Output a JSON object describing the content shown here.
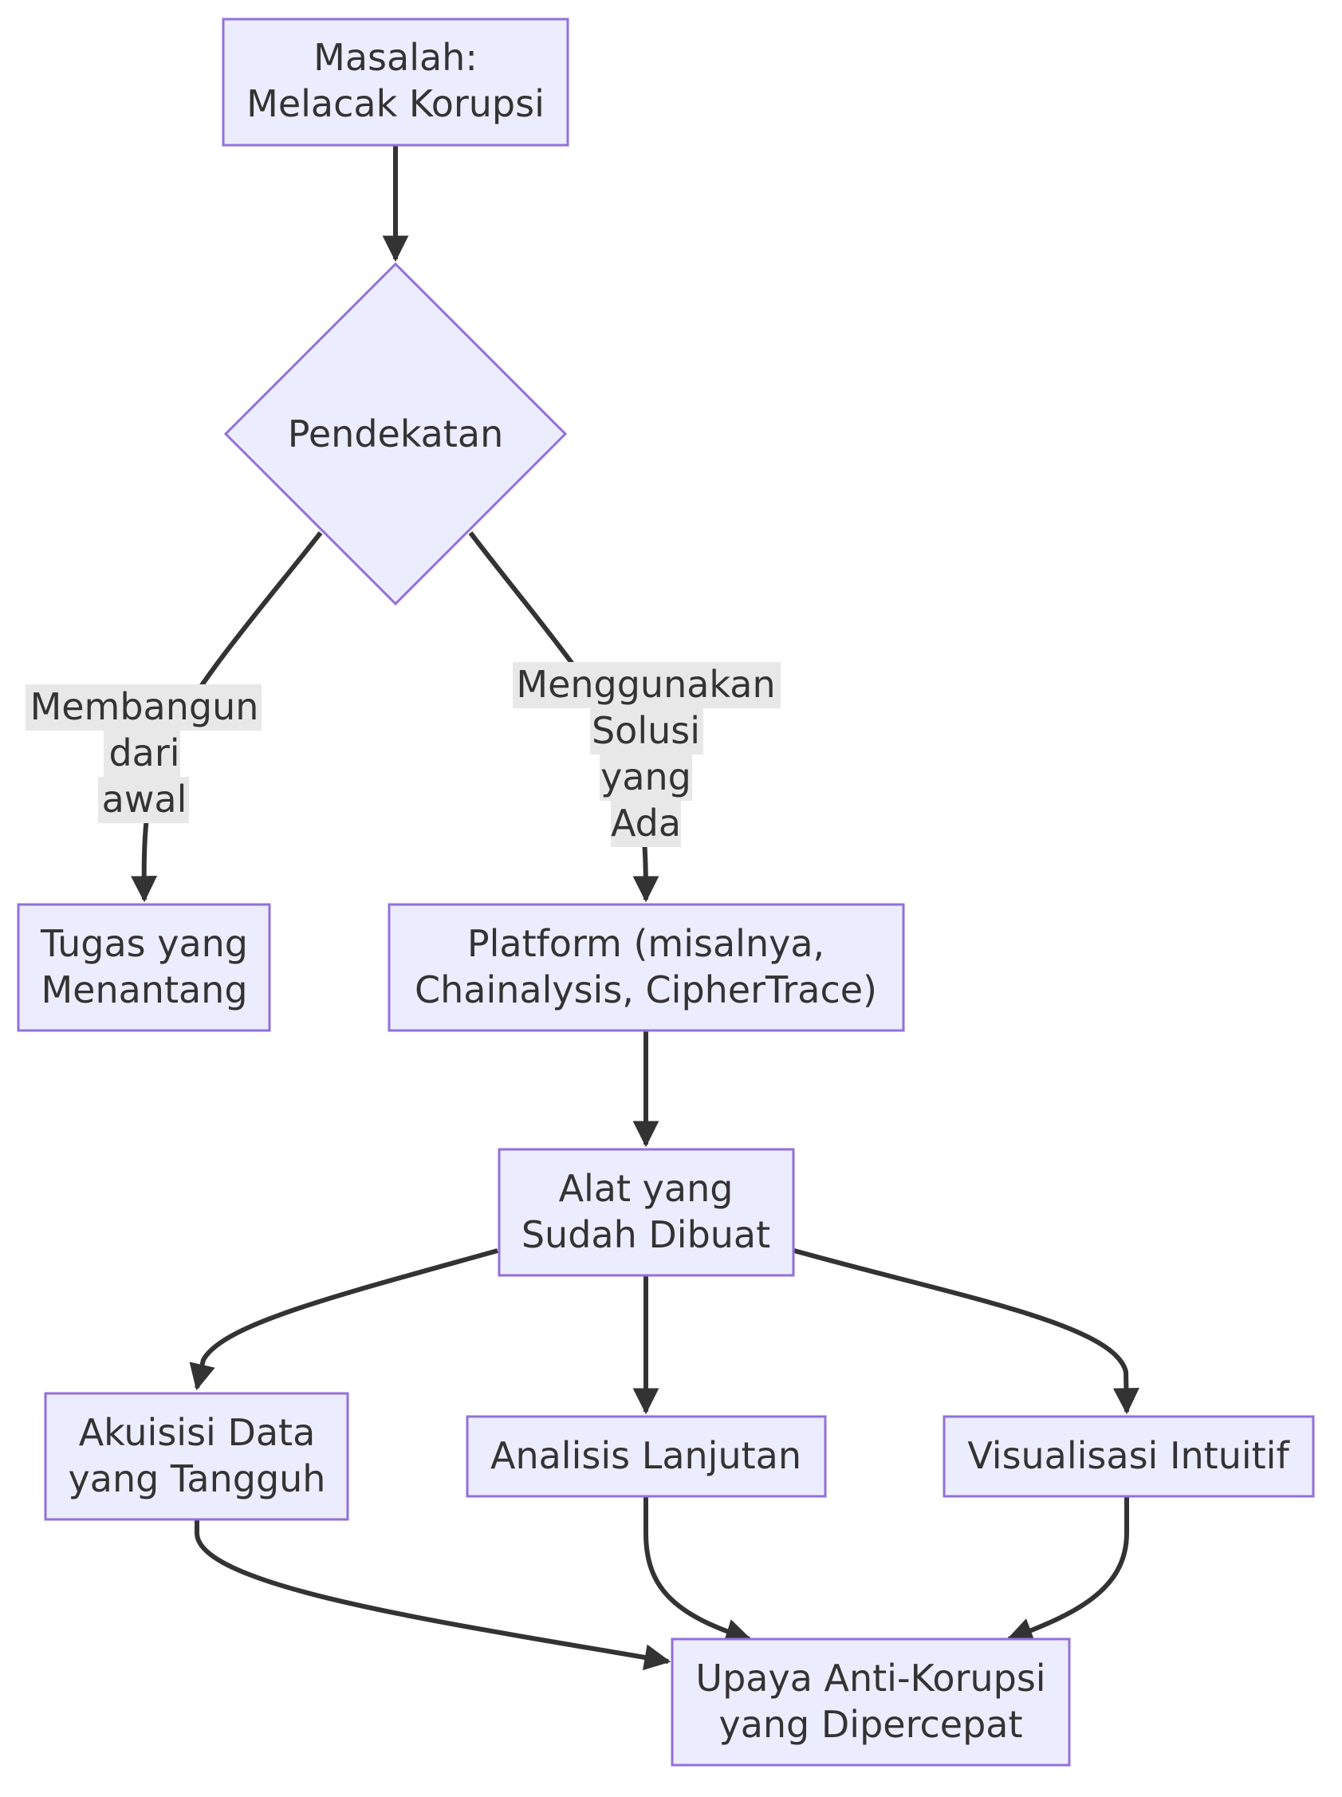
{
  "colors": {
    "node_fill": "#ECECFF",
    "node_stroke": "#9370DB",
    "edge": "#333333",
    "text": "#333333",
    "label_background": "#E8E8E8"
  },
  "nodes": {
    "masalah": {
      "shape": "rectangle",
      "lines": [
        "Masalah:",
        "Melacak Korupsi"
      ]
    },
    "pendekatan": {
      "shape": "diamond",
      "lines": [
        "Pendekatan"
      ]
    },
    "tugas": {
      "shape": "rectangle",
      "lines": [
        "Tugas yang",
        "Menantang"
      ]
    },
    "platform": {
      "shape": "rectangle",
      "lines": [
        "Platform (misalnya,",
        "Chainalysis, CipherTrace)"
      ]
    },
    "alat": {
      "shape": "rectangle",
      "lines": [
        "Alat yang",
        "Sudah Dibuat"
      ]
    },
    "akuisisi": {
      "shape": "rectangle",
      "lines": [
        "Akuisisi Data",
        "yang Tangguh"
      ]
    },
    "analisis": {
      "shape": "rectangle",
      "lines": [
        "Analisis Lanjutan"
      ]
    },
    "visualisasi": {
      "shape": "rectangle",
      "lines": [
        "Visualisasi Intuitif"
      ]
    },
    "upaya": {
      "shape": "rectangle",
      "lines": [
        "Upaya Anti-Korupsi",
        "yang Dipercepat"
      ]
    }
  },
  "edges": [
    {
      "from": "masalah",
      "to": "pendekatan"
    },
    {
      "from": "pendekatan",
      "to": "tugas",
      "label": [
        "Membangun",
        "dari",
        "awal"
      ]
    },
    {
      "from": "pendekatan",
      "to": "platform",
      "label": [
        "Menggunakan",
        "Solusi",
        "yang",
        "Ada"
      ]
    },
    {
      "from": "platform",
      "to": "alat"
    },
    {
      "from": "alat",
      "to": "akuisisi"
    },
    {
      "from": "alat",
      "to": "analisis"
    },
    {
      "from": "alat",
      "to": "visualisasi"
    },
    {
      "from": "akuisisi",
      "to": "upaya"
    },
    {
      "from": "analisis",
      "to": "upaya"
    },
    {
      "from": "visualisasi",
      "to": "upaya"
    }
  ]
}
